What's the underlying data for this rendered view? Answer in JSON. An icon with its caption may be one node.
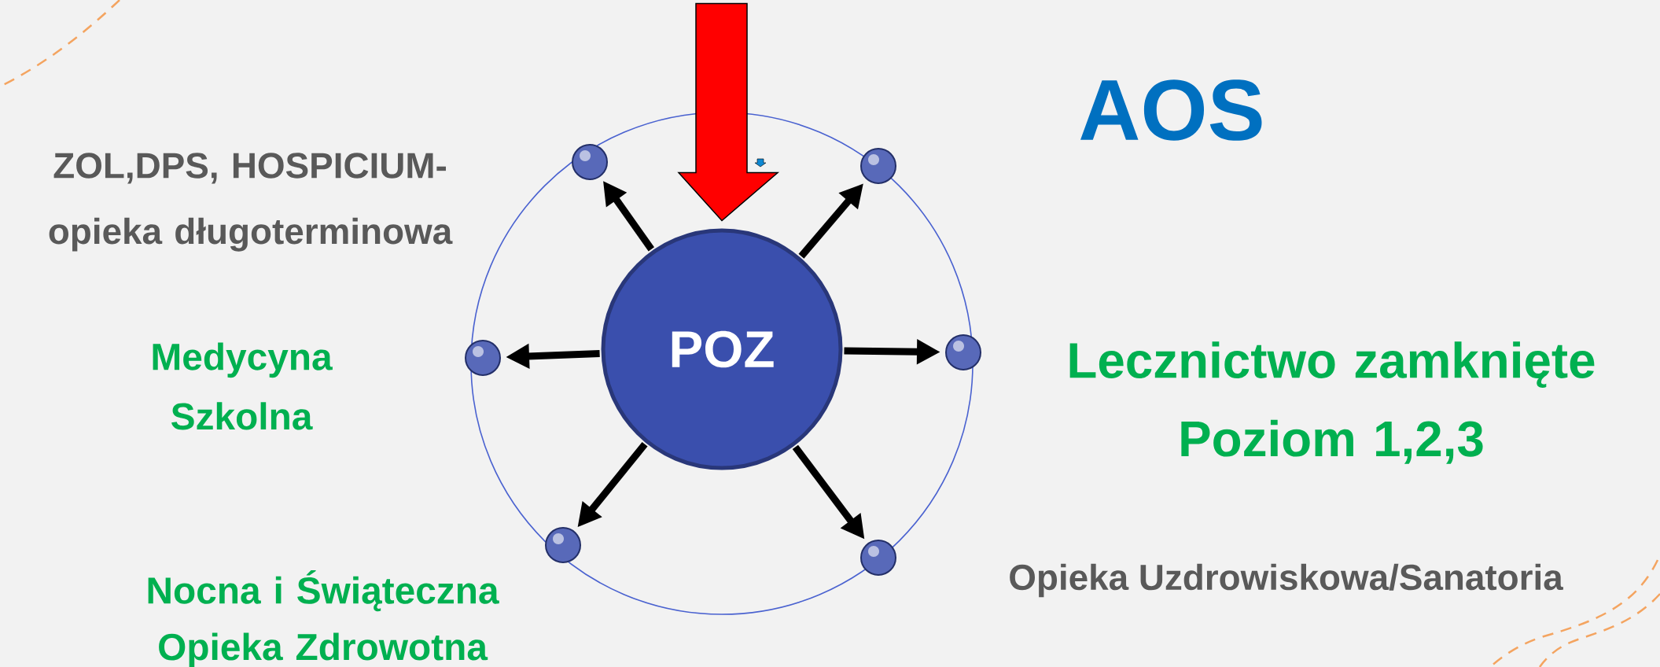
{
  "diagram": {
    "nodes": [
      {
        "text": [
          "POZ"
        ]
      },
      {
        "text": [],
        "shape": "circle"
      },
      {
        "text": [],
        "shape": "circle"
      },
      {
        "text": [],
        "shape": "circle"
      },
      {
        "text": [],
        "shape": "circle"
      },
      {
        "text": [],
        "shape": "circle"
      },
      {
        "text": [],
        "shape": "circle"
      }
    ],
    "edges": [
      {
        "from": 0,
        "to": 1,
        "arrow": "to"
      },
      {
        "from": 0,
        "to": 2,
        "arrow": "to"
      },
      {
        "from": 0,
        "to": 3,
        "arrow": "to"
      },
      {
        "from": 0,
        "to": 4,
        "arrow": "to"
      },
      {
        "from": 0,
        "to": 5,
        "arrow": "to"
      },
      {
        "from": 0,
        "to": 6,
        "arrow": "to"
      },
      {
        "from": null,
        "to": 0,
        "arrow": "to",
        "style": "thick",
        "color": "#ff0000"
      }
    ],
    "labels": [
      "AOS",
      "ZOL,DPS, HOSPICIUM- opieka długoterminowa",
      "Medycyna Szkolna",
      "Lecznictwo zamknięte Poziom 1,2,3",
      "Nocna i Świąteczna Opieka Zdrowotna",
      "Opieka Uzdrowiskowa/Sanatoria"
    ]
  }
}
